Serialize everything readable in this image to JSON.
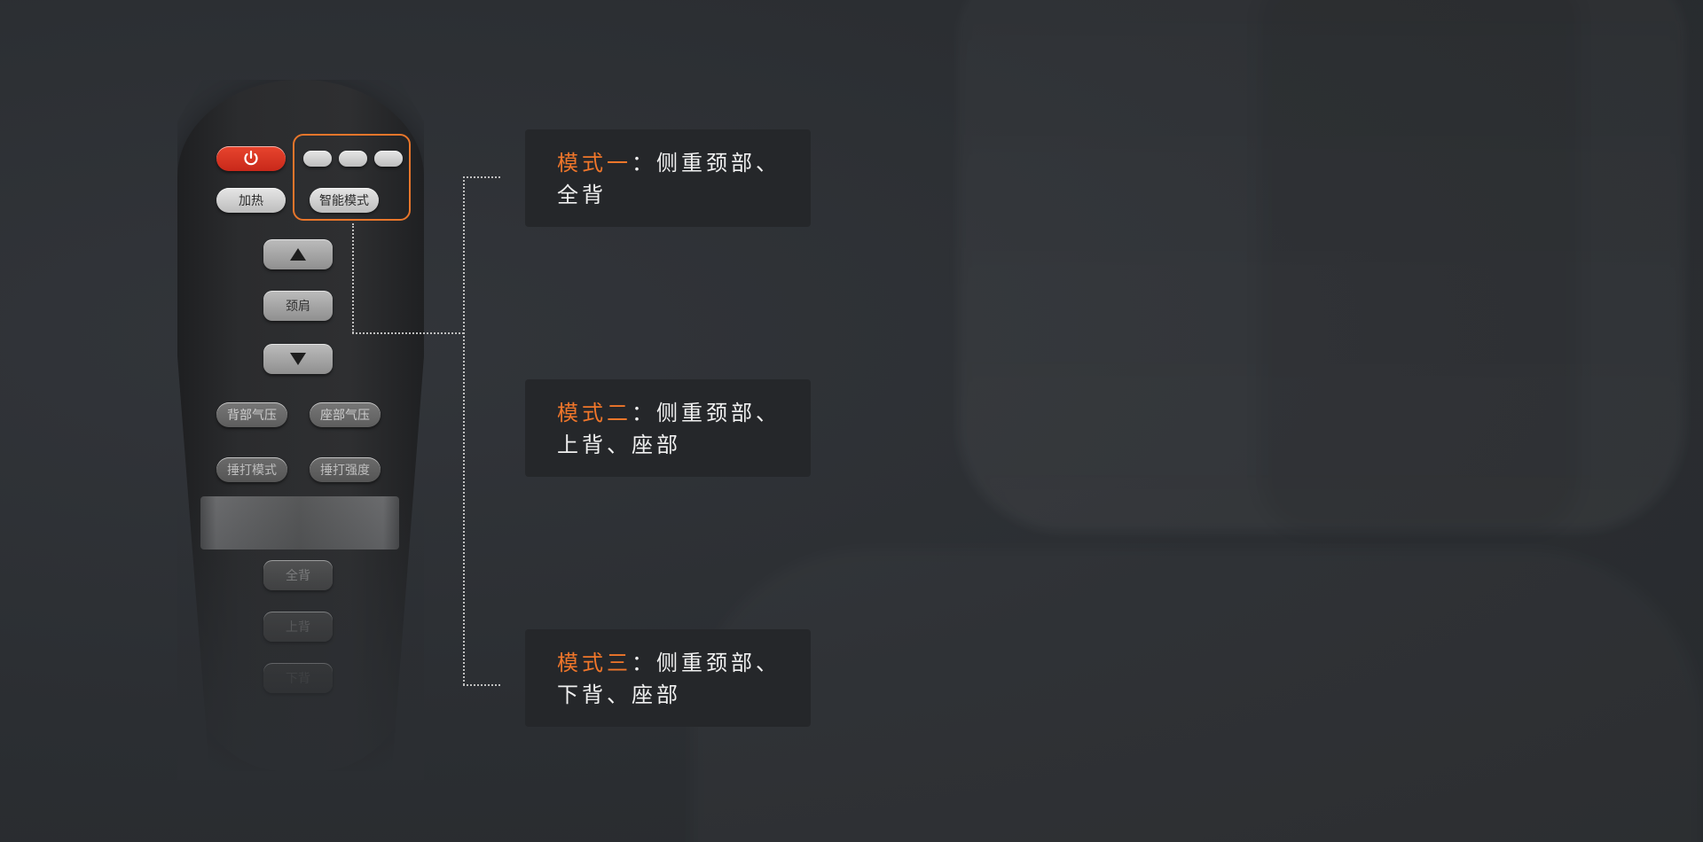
{
  "remote": {
    "power_icon": "power-icon",
    "heat_label": "加热",
    "smart_mode_label": "智能模式",
    "up_icon": "triangle-up-icon",
    "neck_shoulder_label": "颈肩",
    "down_icon": "triangle-down-icon",
    "back_air_label": "背部气压",
    "seat_air_label": "座部气压",
    "tap_mode_label": "捶打模式",
    "tap_strength_label": "捶打强度",
    "full_back_label": "全背",
    "upper_back_label": "上背",
    "lower_back_label": "下背"
  },
  "modes": [
    {
      "title": "模式一",
      "sep": "：",
      "desc": "侧重颈部、全背"
    },
    {
      "title": "模式二",
      "sep": "：",
      "desc": "侧重颈部、上背、座部"
    },
    {
      "title": "模式三",
      "sep": "：",
      "desc": "侧重颈部、下背、座部"
    }
  ],
  "colors": {
    "accent": "#e8762b",
    "power": "#d9331f",
    "card_bg": "#25272a"
  }
}
